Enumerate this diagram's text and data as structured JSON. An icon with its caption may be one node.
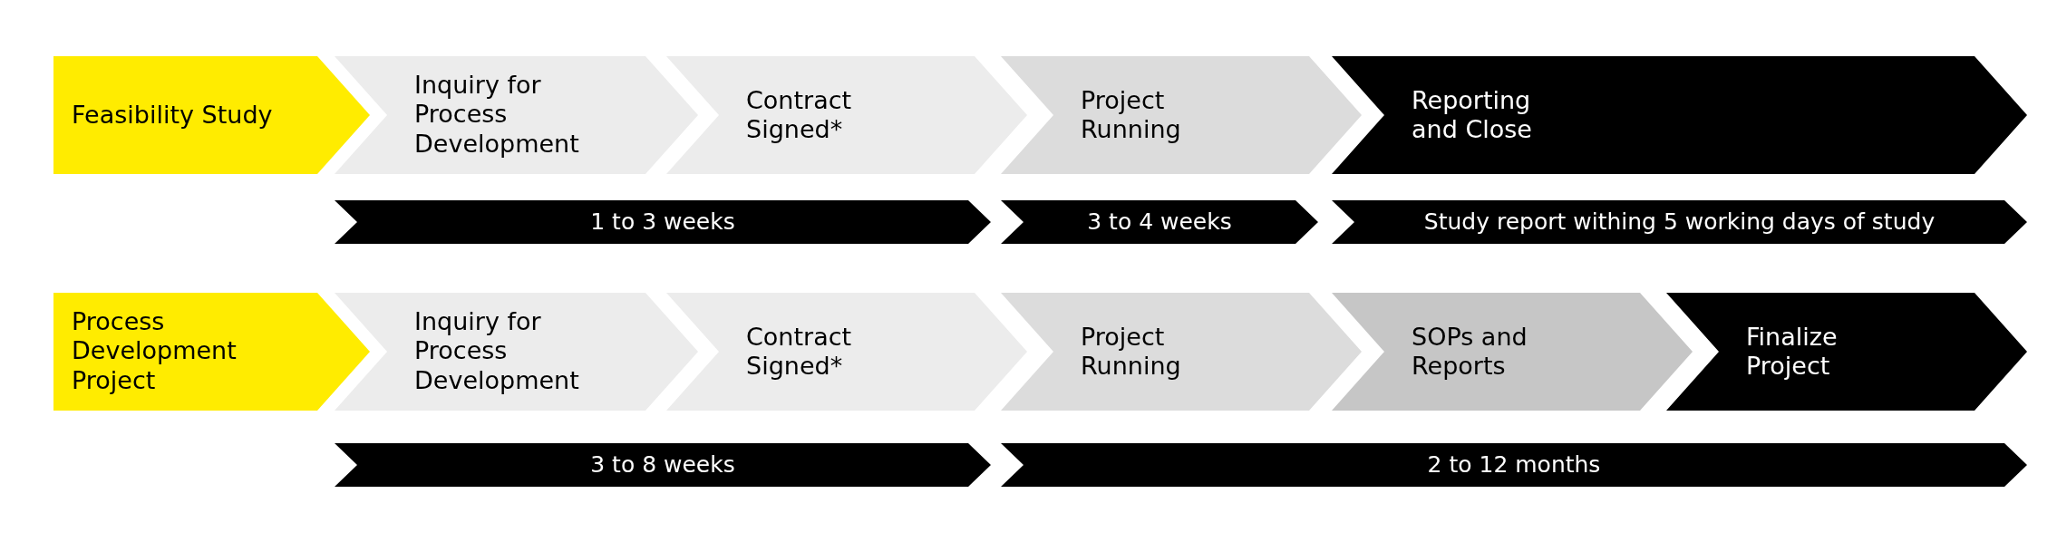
{
  "diagram": {
    "nodes": [
      {
        "text": [
          "Feasibility Study"
        ]
      },
      {
        "text": [
          "Inquiry for Process Development"
        ]
      },
      {
        "text": [
          "Contract Signed*"
        ]
      },
      {
        "text": [
          "Project Running"
        ]
      },
      {
        "text": [
          "Reporting and Close"
        ]
      },
      {
        "text": [
          "1 to 3 weeks"
        ]
      },
      {
        "text": [
          "3 to 4 weeks"
        ]
      },
      {
        "text": [
          "Study report withing 5 working days of study"
        ]
      },
      {
        "text": [
          "Process Development Project"
        ]
      },
      {
        "text": [
          "Inquiry for Process Development"
        ]
      },
      {
        "text": [
          "Contract Signed*"
        ]
      },
      {
        "text": [
          "Project Running"
        ]
      },
      {
        "text": [
          "SOPs and Reports"
        ]
      },
      {
        "text": [
          "Finalize Project"
        ]
      },
      {
        "text": [
          "3 to 8 weeks"
        ]
      },
      {
        "text": [
          "2 to 12 months"
        ]
      }
    ]
  }
}
